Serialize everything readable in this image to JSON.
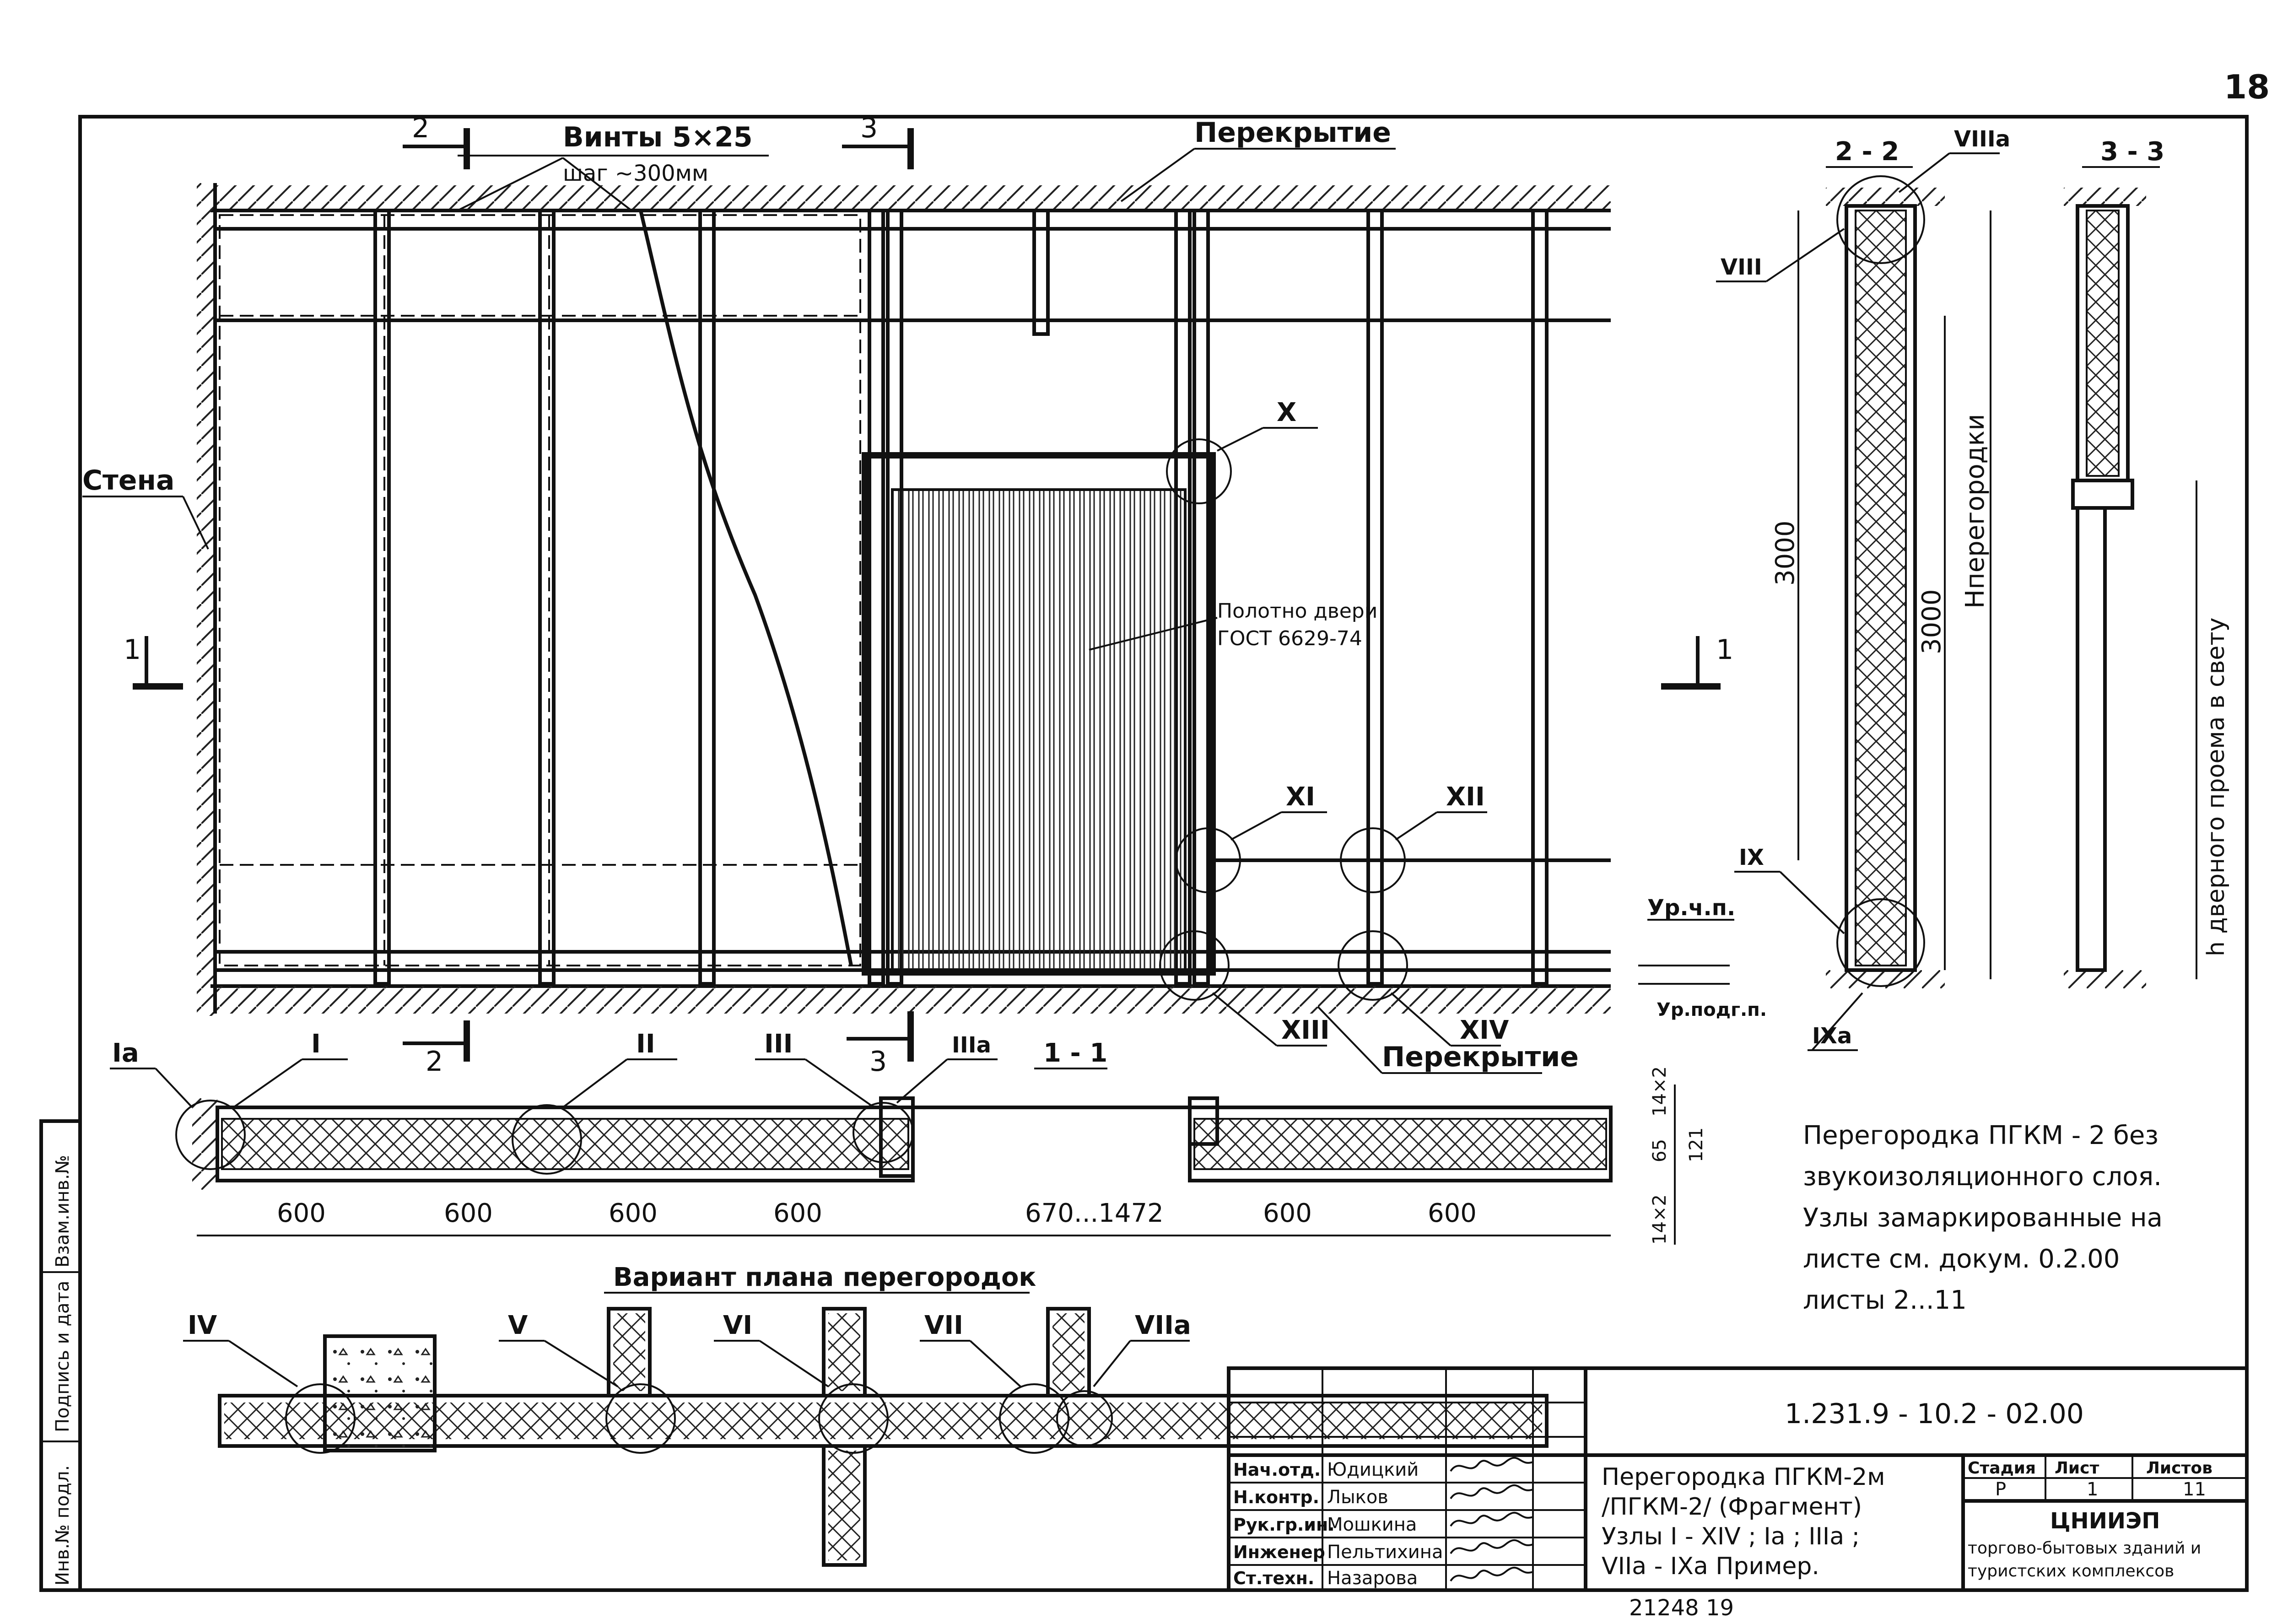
{
  "sheet_number": "18",
  "sheet_number_bottom": "21248   19",
  "elevation": {
    "label_screws": "Винты 5×25",
    "label_screws_step": "шаг ~300мм",
    "label_floor_slab_top": "Перекрытие",
    "label_floor_slab_bottom": "Перекрытие",
    "label_wall": "Стена",
    "label_door_leaf_1": "Полотно двери",
    "label_door_leaf_2": "ГОСТ 6629-74",
    "label_clean_floor": "Ур.ч.п.",
    "label_subfloor": "Ур.подг.п.",
    "section_marks": [
      "1",
      "1",
      "2",
      "2",
      "3",
      "3"
    ],
    "node_marks": [
      "X",
      "XI",
      "XII",
      "XIII",
      "XIV"
    ]
  },
  "section_2_2": {
    "title": "2 - 2",
    "nodes": [
      "VIIIa",
      "VIII",
      "IX",
      "IXa"
    ],
    "dim_height": "3000",
    "dim_height_2": "3000",
    "dim_label": "Hперегородки"
  },
  "section_3_3": {
    "title": "3 - 3",
    "dim_label": "h дверного проема в свету"
  },
  "plan_1_1": {
    "title": "1 - 1",
    "node_marks": [
      "Ia",
      "I",
      "II",
      "III",
      "IIIa"
    ],
    "dims": [
      "600",
      "600",
      "600",
      "600",
      "670...1472",
      "600",
      "600"
    ],
    "dim_vertical": [
      "14×2",
      "65",
      "121",
      "14×2"
    ]
  },
  "notes": [
    "Перегородка ПГКМ - 2 без",
    "звукоизоляционного слоя.",
    "Узлы замаркированные на",
    "листе см. докум. 0.2.00",
    "листы 2...11"
  ],
  "variant_plan": {
    "title": "Вариант плана перегородок",
    "node_marks": [
      "IV",
      "V",
      "VI",
      "VII",
      "VIIa"
    ]
  },
  "side_stamp": [
    "Инв.№ подл.",
    "Подпись и дата",
    "Взам.инв.№"
  ],
  "title_block": {
    "code": "1.231.9 - 10.2 - 02.00",
    "roles": [
      "Нач.отд.",
      "Н.контр.",
      "Рук.гр.ин.",
      "Инженер",
      "Ст.техн."
    ],
    "names": [
      "Юдицкий",
      "Лыков",
      "Мошкина",
      "Пельтихина",
      "Назарова"
    ],
    "title_lines": [
      "Перегородка ПГКМ-2м",
      "/ПГКМ-2/ (Фрагмент)",
      "Узлы I - XIV ; Ia ; IIIa ;",
      "VIIa - IXa  Пример."
    ],
    "stage_label": "Стадия",
    "sheet_label": "Лист",
    "sheets_label": "Листов",
    "stage_value": "Р",
    "sheet_value": "1",
    "sheets_value": "11",
    "org_lines": [
      "ЦНИИЭП",
      "торгово-бытовых зданий и",
      "туристских комплексов"
    ]
  }
}
